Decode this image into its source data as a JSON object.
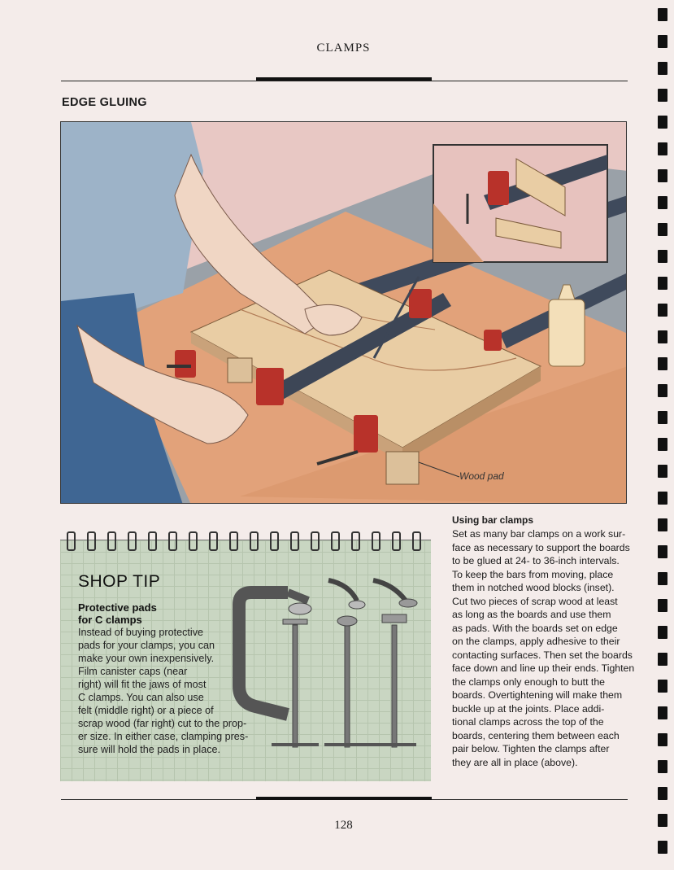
{
  "running_head": "CLAMPS",
  "section_title": "EDGE GLUING",
  "illustration": {
    "label": "Wood pad"
  },
  "shop_tip": {
    "title": "SHOP TIP",
    "heading": [
      "Protective pads",
      "for C clamps"
    ],
    "lines": [
      "Instead of buying protective",
      "pads for your clamps, you can",
      "make your own inexpensively.",
      "Film canister caps (near",
      "right) will fit the jaws of most",
      "C clamps. You can also use",
      "felt (middle right) or a piece of",
      "scrap wood (far right) cut to the prop-",
      "er size. In either case, clamping pres-",
      "sure will hold the pads in place."
    ]
  },
  "body": {
    "heading": "Using bar clamps",
    "lines": [
      "Set as many bar clamps on a work sur-",
      "face as necessary to support the boards",
      "to be glued at 24- to 36-inch intervals.",
      "To keep the bars from moving, place",
      "them in notched wood blocks (inset).",
      "Cut two pieces of scrap wood at least",
      "as long as the boards and use them",
      "as pads. With the boards set on edge",
      "on the clamps, apply adhesive to their",
      "contacting surfaces. Then set the boards",
      "face down and line up their ends. Tighten",
      "the clamps only enough to butt the",
      "boards. Overtightening will make them",
      "buckle up at the joints. Place addi-",
      "tional clamps across the top of the",
      "boards, centering them between each",
      "pair below. Tighten the clamps after",
      "they are all in place (above)."
    ]
  },
  "page_number": "128",
  "colors": {
    "clamp_red": "#b8322a",
    "tip_green": "#c9d6c2",
    "board": "#e6c9a0"
  }
}
